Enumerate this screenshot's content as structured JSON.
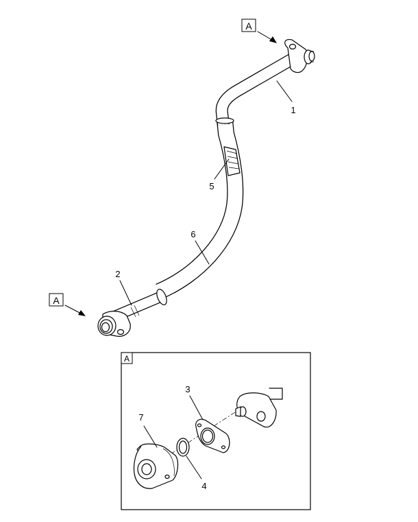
{
  "view_marker_top": "A",
  "view_marker_left": "A",
  "detail_label": "A",
  "callouts": {
    "c1": "1",
    "c2": "2",
    "c3": "3",
    "c4": "4",
    "c5": "5",
    "c6": "6",
    "c7": "7"
  }
}
